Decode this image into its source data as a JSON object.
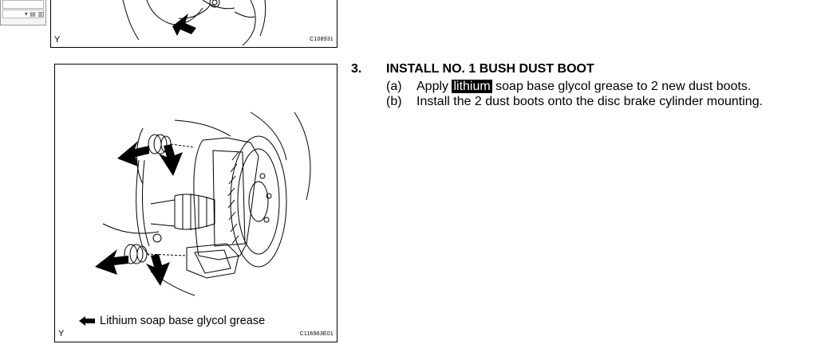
{
  "top_figure": {
    "corner_label": "Y",
    "code": "C108931"
  },
  "main_figure": {
    "corner_label": "Y",
    "code": "C116963E01",
    "legend": "Lithium soap base glycol grease",
    "legend_icon": "arrow-left-icon"
  },
  "step": {
    "number": "3.",
    "title": "INSTALL NO. 1 BUSH DUST BOOT",
    "substeps": [
      {
        "label": "(a)",
        "before": "Apply ",
        "highlight": "lithium",
        "after": " soap base glycol grease to 2 new dust boots."
      },
      {
        "label": "(b)",
        "text": "Install the 2 dust boots onto the disc brake cylinder mounting."
      }
    ]
  },
  "colors": {
    "highlight_bg": "#000000",
    "highlight_fg": "#ffffff"
  }
}
